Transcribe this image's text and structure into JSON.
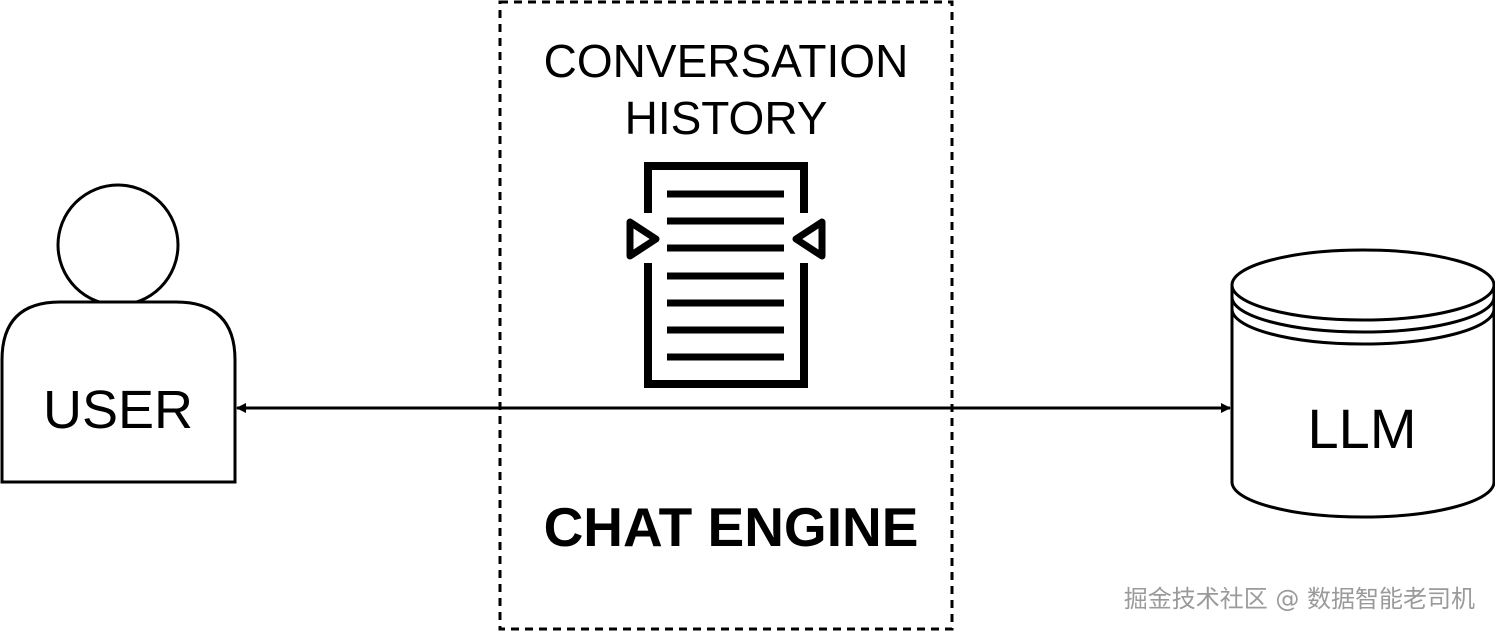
{
  "user": {
    "label": "USER"
  },
  "llm": {
    "label": "LLM"
  },
  "chat_engine": {
    "title": "CHAT ENGINE",
    "history": {
      "line1": "CONVERSATION",
      "line2": "HISTORY"
    }
  },
  "watermark": "掘金技术社区 @ 数据智能老司机",
  "colors": {
    "stroke": "#000000",
    "background": "#ffffff",
    "watermark": "#9a9a9a"
  },
  "icons": [
    "user-shape",
    "database-cylinder",
    "document-icon"
  ]
}
